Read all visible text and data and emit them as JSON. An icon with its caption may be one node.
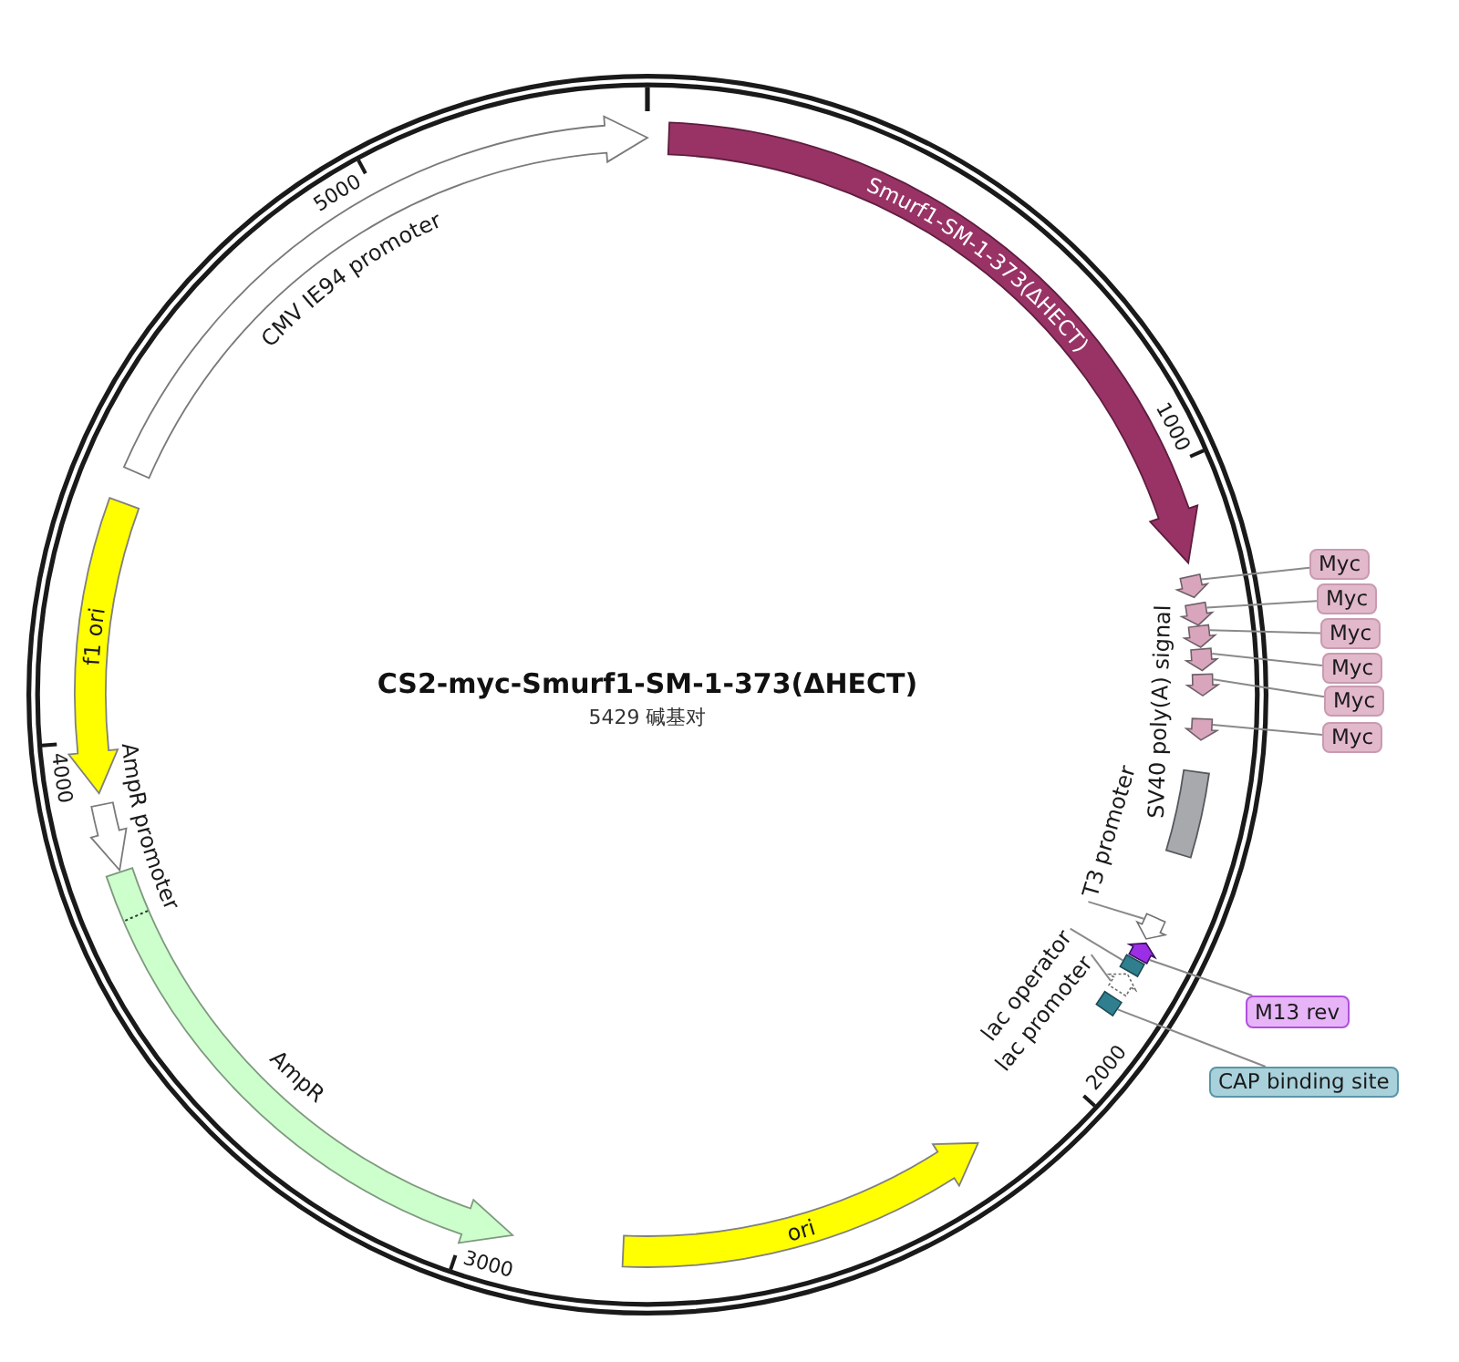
{
  "diagram": {
    "title": "CS2-myc-Smurf1-SM-1-373(ΔHECT)",
    "nodes": [
      {
        "text": [
          "Smurf1-SM-1-373(ΔHECT)"
        ]
      },
      {
        "text": [
          "CMV IE94 promoter"
        ]
      },
      {
        "text": [
          "f1 ori"
        ]
      },
      {
        "text": [
          "AmpR promoter"
        ]
      },
      {
        "text": [
          "AmpR"
        ]
      },
      {
        "text": [
          "ori"
        ]
      },
      {
        "text": [
          "SV40 poly(A) signal"
        ]
      },
      {
        "text": [
          "Myc"
        ]
      },
      {
        "text": [
          "Myc"
        ]
      },
      {
        "text": [
          "Myc"
        ]
      },
      {
        "text": [
          "Myc"
        ]
      },
      {
        "text": [
          "Myc"
        ]
      },
      {
        "text": [
          "Myc"
        ]
      },
      {
        "text": [],
        "shape": "arrow"
      },
      {
        "text": [],
        "shape": "arrow"
      },
      {
        "text": [],
        "shape": "arrow"
      },
      {
        "text": [],
        "shape": "arrow"
      },
      {
        "text": [],
        "shape": "arrow"
      },
      {
        "text": [],
        "shape": "arrow"
      },
      {
        "text": [
          "T3 promoter"
        ]
      },
      {
        "text": [],
        "shape": "arrow"
      },
      {
        "text": [
          "lac operator"
        ]
      },
      {
        "text": [],
        "shape": "box"
      },
      {
        "text": [
          "lac promoter"
        ]
      },
      {
        "text": [],
        "shape": "arrow"
      },
      {
        "text": [
          "M13 rev"
        ]
      },
      {
        "text": [],
        "shape": "arrow"
      },
      {
        "text": [
          "CAP binding site"
        ]
      },
      {
        "text": [],
        "shape": "box"
      }
    ],
    "edges": [
      {
        "from": 7,
        "to": 13,
        "arrow": "none"
      },
      {
        "from": 8,
        "to": 14,
        "arrow": "none"
      },
      {
        "from": 9,
        "to": 15,
        "arrow": "none"
      },
      {
        "from": 10,
        "to": 16,
        "arrow": "none"
      },
      {
        "from": 11,
        "to": 17,
        "arrow": "none"
      },
      {
        "from": 12,
        "to": 18,
        "arrow": "none"
      },
      {
        "from": 19,
        "to": 20,
        "arrow": "none"
      },
      {
        "from": 21,
        "to": 22,
        "arrow": "none"
      },
      {
        "from": 23,
        "to": 24,
        "arrow": "none"
      },
      {
        "from": 25,
        "to": 26,
        "arrow": "none"
      },
      {
        "from": 27,
        "to": 28,
        "arrow": "none"
      }
    ],
    "labels": [
      "5000",
      "1000",
      "5429 碱基对",
      "4000",
      "2000",
      "3000"
    ]
  }
}
